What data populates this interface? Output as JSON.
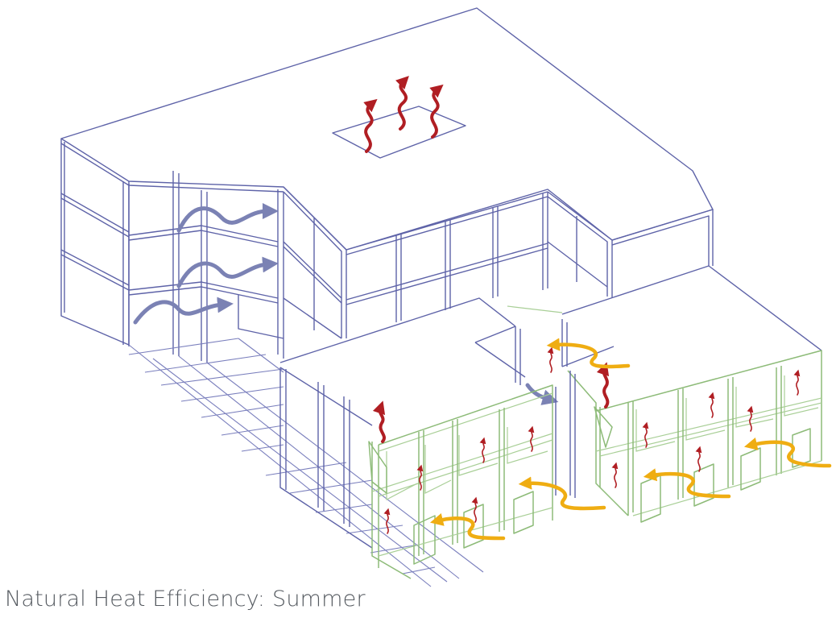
{
  "caption": "Natural Heat Efficiency: Summer",
  "colors": {
    "structure_line": "#5e63a8",
    "addition_line": "#8dbb78",
    "warm_air_arrow": "#b01e23",
    "cross_ventilation_arrow": "#7b82b4",
    "fresh_air_arrow": "#efad12"
  },
  "icons": [
    "roof-skylight",
    "warm-air-rising-arrow",
    "cross-ventilation-arrow",
    "fresh-air-intake-arrow",
    "operable-window"
  ]
}
